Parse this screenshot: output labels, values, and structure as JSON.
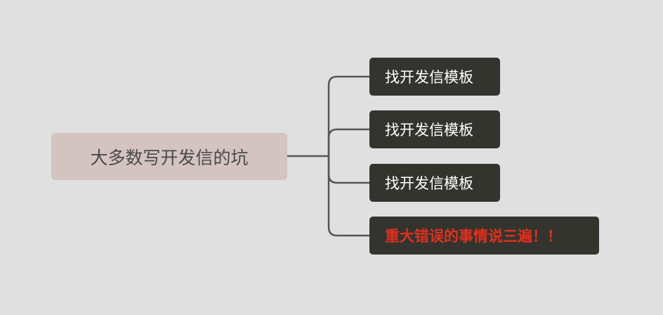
{
  "mindmap": {
    "root": {
      "label": "大多数写开发信的坑"
    },
    "children": [
      {
        "label": "找开发信模板"
      },
      {
        "label": "找开发信模板"
      },
      {
        "label": "找开发信模板"
      },
      {
        "label": "重大错误的事情说三遍！！"
      }
    ]
  },
  "colors": {
    "background": "#e0e0e0",
    "root_fill": "#d3c3c1",
    "root_text": "#4a4a4a",
    "child_fill": "#34342e",
    "child_text": "#ffffff",
    "warning_text": "#e0301e",
    "connector": "#555555"
  }
}
